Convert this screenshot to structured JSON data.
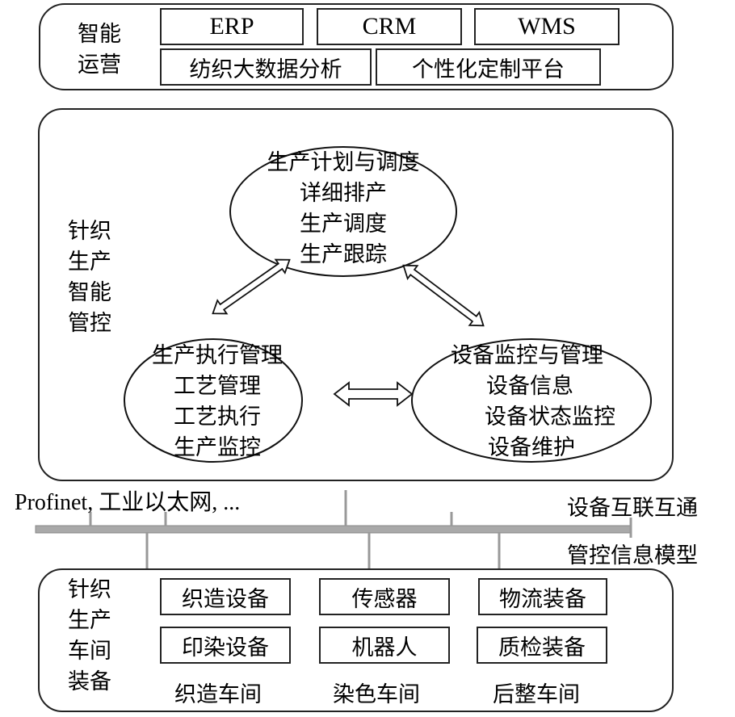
{
  "smart_operation": {
    "label_lines": [
      "智能",
      "运营"
    ],
    "systems": [
      "ERP",
      "CRM",
      "WMS"
    ],
    "platforms": [
      "纺织大数据分析",
      "个性化定制平台"
    ]
  },
  "production_control": {
    "label_lines": [
      "针织",
      "生产",
      "智能",
      "管控"
    ],
    "planning": {
      "title": "生产计划与调度",
      "items": [
        "详细排产",
        "生产调度",
        "生产跟踪"
      ]
    },
    "execution": {
      "title": "生产执行管理",
      "items": [
        "工艺管理",
        "工艺执行",
        "生产监控"
      ]
    },
    "equipment": {
      "title": "设备监控与管理",
      "items": [
        "设备信息",
        "设备状态监控",
        "设备维护"
      ]
    }
  },
  "network": {
    "protocols_label": "Profinet, 工业以太网, ...",
    "interconnect_label": "设备互联互通",
    "info_model_label": "管控信息模型",
    "bus_color": "#a9a9a9"
  },
  "workshop_equipment": {
    "label_lines": [
      "针织",
      "生产",
      "车间",
      "装备"
    ],
    "columns": [
      {
        "items": [
          "织造设备",
          "印染设备"
        ],
        "workshop": "织造车间"
      },
      {
        "items": [
          "传感器",
          "机器人"
        ],
        "workshop": "染色车间"
      },
      {
        "items": [
          "物流装备",
          "质检装备"
        ],
        "workshop": "后整车间"
      }
    ]
  }
}
